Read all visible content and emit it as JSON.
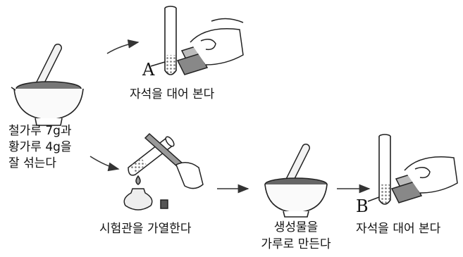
{
  "mix_label": [
    "철가루 7g과",
    "황가루 4g을",
    "잘 섞는다"
  ],
  "top_step_label": "자석을 대어 본다",
  "heat_step_label": "시험관을 가열한다",
  "grind_step_label": [
    "생성물을",
    "가루로 만든다"
  ],
  "right_step_label": "자석을 대어 본다",
  "tube_a_letter": "A",
  "tube_b_letter": "B"
}
